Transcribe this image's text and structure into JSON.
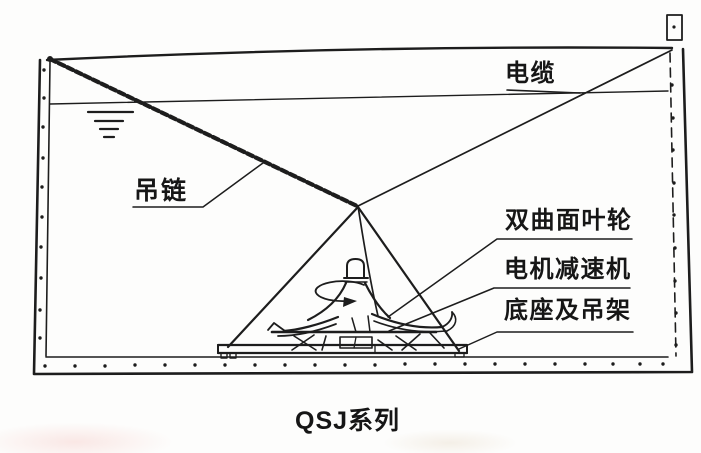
{
  "diagram": {
    "type": "technical-line-drawing",
    "subject": "QSJ series hyperboloid submersible mixer installed in a tank",
    "caption": "QSJ系列",
    "labels": {
      "chain": "吊链",
      "cable": "电缆",
      "impeller": "双曲面叶轮",
      "motor_reducer": "电机减速机",
      "base_hanger": "底座及吊架"
    },
    "colors": {
      "line": "#1d1d1d",
      "background": "#fdfdfc",
      "text": "#161616"
    }
  }
}
